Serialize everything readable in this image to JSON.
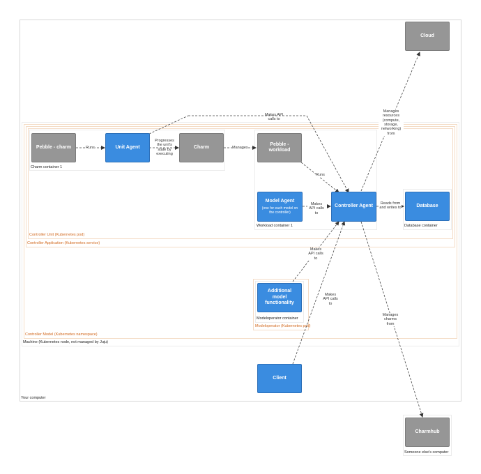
{
  "frames": {
    "your_computer": "Your computer",
    "machine": "Machine (Kubernetes node, not managed by Juju)",
    "controller_model": "Controller Model (Kubernetes namespace)",
    "controller_application": "Controller Application (Kubernetes service)",
    "controller_unit": "Controller Unit (Kubernetes pod)",
    "charm_container": "Charm container 1",
    "workload_container": "Workload container 1",
    "database_container": "Database container",
    "modeloperator_container": "Modeloperator container",
    "modeloperator_pod": "Modeloperator (Kubernetes pod)",
    "someone_else": "Someone else's computer"
  },
  "nodes": {
    "cloud": "Cloud",
    "pebble_charm": "Pebble - charm",
    "unit_agent": "Unit Agent",
    "charm": "Charm",
    "pebble_workload": "Pebble - workload",
    "model_agent": "Model Agent",
    "model_agent_sub": "(one for each model on the controller)",
    "controller_agent": "Controller Agent",
    "database": "Database",
    "additional": "Additional model functionality",
    "client": "Client",
    "charmhub": "Charmhub"
  },
  "edges": {
    "runs_1": "Runs",
    "progresses": "Progresses the unit's state by executing",
    "manages": "Manages",
    "runs_2": "Runs",
    "api_unit": "Makes API calls to",
    "api_model": "Makes API calls to",
    "reads": "Reads from and writes to",
    "manages_resources": "Manages resources (compute, storage, networking) from",
    "api_additional": "Makes API calls to",
    "api_client": "Makes API calls to",
    "manages_charms": "Manages charms from"
  }
}
